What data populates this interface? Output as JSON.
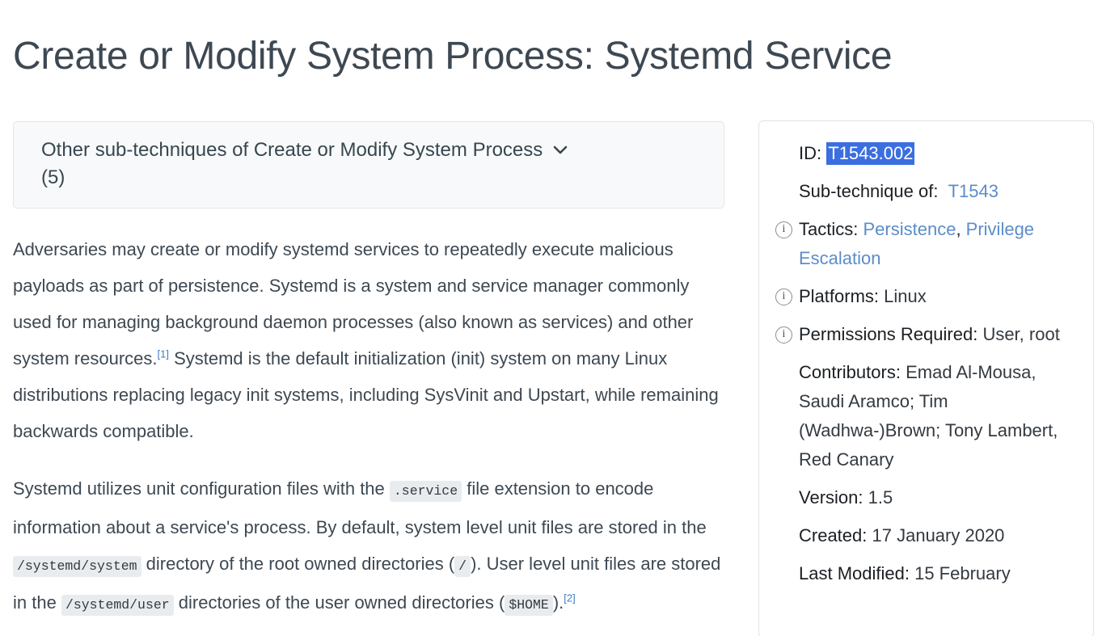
{
  "page": {
    "title": "Create or Modify System Process: Systemd Service"
  },
  "subtechniques": {
    "label": "Other sub-techniques of Create or Modify System Process (5)",
    "label_line1": "Other sub-techniques of Create or Modify System Process",
    "label_line2": "(5)",
    "count": 5,
    "chevron_icon": "chevron-down-icon",
    "expanded": false
  },
  "content": {
    "paragraph1": {
      "text_a": "Adversaries may create or modify systemd services to repeatedly execute malicious payloads as part of persistence. Systemd is a system and service manager commonly used for managing background daemon processes (also known as services) and other system resources.",
      "citation_1": "[1]",
      "text_b": " Systemd is the default initialization (init) system on many Linux distributions replacing legacy init systems, including SysVinit and Upstart, while remaining backwards compatible."
    },
    "paragraph2": {
      "text_a": "Systemd utilizes unit configuration files with the ",
      "code_1": ".service",
      "text_b": " file extension to encode information about a service's process. By default, system level unit files are stored in the ",
      "code_2": "/systemd/system",
      "text_c": " directory of the root owned directories (",
      "code_3": "/",
      "text_d": "). User level unit files are stored in the ",
      "code_4": "/systemd/user",
      "text_e": " directories of the user owned directories (",
      "code_5": "$HOME",
      "text_f": ").",
      "citation_2": "[2]"
    }
  },
  "info_panel": {
    "rows": [
      {
        "key": "ID:",
        "value": "T1543.002",
        "has_info_icon": false,
        "value_style": "selected"
      },
      {
        "key": "Sub-technique of:",
        "value": "T1543",
        "has_info_icon": false,
        "value_style": "link"
      },
      {
        "key": "Tactics:",
        "value": "Persistence, Privilege Escalation",
        "value_1": "Persistence",
        "separator": ", ",
        "value_2": "Privilege Escalation",
        "has_info_icon": true,
        "value_style": "link"
      },
      {
        "key": "Platforms:",
        "value": "Linux",
        "has_info_icon": true,
        "value_style": "plain"
      },
      {
        "key": "Permissions Required:",
        "value": "User, root",
        "has_info_icon": true,
        "value_style": "plain"
      },
      {
        "key": "Contributors:",
        "value": "Emad Al-Mousa, Saudi Aramco; Tim (Wadhwa-)Brown; Tony Lambert, Red Canary",
        "has_info_icon": false,
        "value_style": "plain"
      },
      {
        "key": "Version:",
        "value": "1.5",
        "has_info_icon": false,
        "value_style": "plain"
      },
      {
        "key": "Created:",
        "value": "17 January 2020",
        "has_info_icon": false,
        "value_style": "plain"
      },
      {
        "key": "Last Modified:",
        "value": "15 February",
        "has_info_icon": false,
        "value_style": "plain"
      }
    ],
    "info_icon_glyph": "i"
  },
  "colors": {
    "title": "#3d4852",
    "link": "#5b8dc8",
    "selection_highlight": "#3b6fe0",
    "citation": "#3f7fc1",
    "code_bg": "#e9ecef",
    "card_bg": "#f8f9fa",
    "border": "#e1e3e5"
  }
}
